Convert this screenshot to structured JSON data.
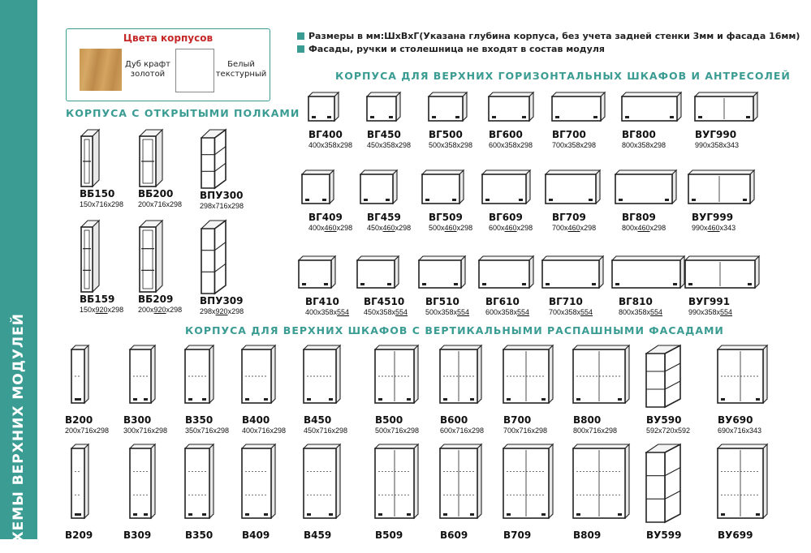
{
  "sidebar_title": "СХЕМЫ ВЕРХНИХ МОДУЛЕЙ",
  "legend": {
    "title": "Цвета корпусов",
    "colors": [
      {
        "label_line1": "Дуб крафт",
        "label_line2": "золотой",
        "hex": "#c8964f"
      },
      {
        "label_line1": "Белый",
        "label_line2": "текстурный",
        "hex": "#ffffff"
      }
    ]
  },
  "notes": [
    "Размеры в мм:ШхВхГ(Указана глубина корпуса, без учета задней стенки 3мм и фасада 16мм)",
    "Фасады, ручки и столешница не входят в состав модуля"
  ],
  "accent_color": "#3a9c92",
  "sections": {
    "open_shelves": "КОРПУСА С ОТКРЫТЫМИ ПОЛКАМИ",
    "horizontal": "КОРПУСА ДЛЯ ВЕРХНИХ ГОРИЗОНТАЛЬНЫХ ШКАФОВ И АНТРЕСОЛЕЙ",
    "vertical": "КОРПУСА ДЛЯ ВЕРХНИХ ШКАФОВ С ВЕРТИКАЛЬНЫМИ РАСПАШНЫМИ ФАСАДАМИ"
  },
  "open_items": [
    {
      "code": "ВБ150",
      "dims": [
        "150х716х298"
      ],
      "shape": "tall"
    },
    {
      "code": "ВБ200",
      "dims": [
        "200х716х298"
      ],
      "shape": "tall"
    },
    {
      "code": "ВПУ300",
      "dims": [
        "298х716х298"
      ],
      "shape": "corner"
    },
    {
      "code": "ВБ159",
      "dims": [
        "150х",
        "920",
        "х298"
      ],
      "shape": "tall"
    },
    {
      "code": "ВБ209",
      "dims": [
        "200х",
        "920",
        "х298"
      ],
      "shape": "tall"
    },
    {
      "code": "ВПУ309",
      "dims": [
        "298х",
        "920",
        "х298"
      ],
      "shape": "corner"
    }
  ],
  "horizontal_rows": [
    [
      {
        "code": "ВГ400",
        "dims": [
          "400х358х298"
        ]
      },
      {
        "code": "ВГ450",
        "dims": [
          "450х358х298"
        ]
      },
      {
        "code": "ВГ500",
        "dims": [
          "500х358х298"
        ]
      },
      {
        "code": "ВГ600",
        "dims": [
          "600х358х298"
        ]
      },
      {
        "code": "ВГ700",
        "dims": [
          "700х358х298"
        ]
      },
      {
        "code": "ВГ800",
        "dims": [
          "800х358х298"
        ]
      },
      {
        "code": "ВУГ990",
        "dims": [
          "990х358х343"
        ]
      }
    ],
    [
      {
        "code": "ВГ409",
        "dims": [
          "400х",
          "460",
          "х298"
        ]
      },
      {
        "code": "ВГ459",
        "dims": [
          "450х",
          "460",
          "х298"
        ]
      },
      {
        "code": "ВГ509",
        "dims": [
          "500х",
          "460",
          "х298"
        ]
      },
      {
        "code": "ВГ609",
        "dims": [
          "600х",
          "460",
          "х298"
        ]
      },
      {
        "code": "ВГ709",
        "dims": [
          "700х",
          "460",
          "х298"
        ]
      },
      {
        "code": "ВГ809",
        "dims": [
          "800х",
          "460",
          "х298"
        ]
      },
      {
        "code": "ВУГ999",
        "dims": [
          "990х",
          "460",
          "х343"
        ]
      }
    ],
    [
      {
        "code": "ВГ410",
        "dims": [
          "400х358х",
          "554",
          ""
        ]
      },
      {
        "code": "ВГ4510",
        "dims": [
          "450х358х",
          "554",
          ""
        ]
      },
      {
        "code": "ВГ510",
        "dims": [
          "500х358х",
          "554",
          ""
        ]
      },
      {
        "code": "ВГ610",
        "dims": [
          "600х358х",
          "554",
          ""
        ]
      },
      {
        "code": "ВГ710",
        "dims": [
          "700х358х",
          "554",
          ""
        ]
      },
      {
        "code": "ВГ810",
        "dims": [
          "800х358х",
          "554",
          ""
        ]
      },
      {
        "code": "ВУГ991",
        "dims": [
          "990х358х",
          "554",
          ""
        ]
      }
    ]
  ],
  "vertical_rows": [
    [
      {
        "code": "В200",
        "dims": [
          "200х716х298"
        ]
      },
      {
        "code": "В300",
        "dims": [
          "300х716х298"
        ]
      },
      {
        "code": "В350",
        "dims": [
          "350х716х298"
        ]
      },
      {
        "code": "В400",
        "dims": [
          "400х716х298"
        ]
      },
      {
        "code": "В450",
        "dims": [
          "450х716х298"
        ]
      },
      {
        "code": "В500",
        "dims": [
          "500х716х298"
        ]
      },
      {
        "code": "В600",
        "dims": [
          "600х716х298"
        ]
      },
      {
        "code": "В700",
        "dims": [
          "700х716х298"
        ]
      },
      {
        "code": "В800",
        "dims": [
          "800х716х298"
        ]
      },
      {
        "code": "ВУ590",
        "dims": [
          "592х720х592"
        ]
      },
      {
        "code": "ВУ690",
        "dims": [
          "690х716х343"
        ]
      }
    ],
    [
      {
        "code": "В209",
        "dims": [
          ""
        ]
      },
      {
        "code": "В309",
        "dims": [
          ""
        ]
      },
      {
        "code": "В350",
        "dims": [
          ""
        ]
      },
      {
        "code": "В409",
        "dims": [
          ""
        ]
      },
      {
        "code": "В459",
        "dims": [
          ""
        ]
      },
      {
        "code": "В509",
        "dims": [
          ""
        ]
      },
      {
        "code": "В609",
        "dims": [
          ""
        ]
      },
      {
        "code": "В709",
        "dims": [
          ""
        ]
      },
      {
        "code": "В809",
        "dims": [
          ""
        ]
      },
      {
        "code": "ВУ599",
        "dims": [
          ""
        ]
      },
      {
        "code": "ВУ699",
        "dims": [
          ""
        ]
      }
    ]
  ]
}
